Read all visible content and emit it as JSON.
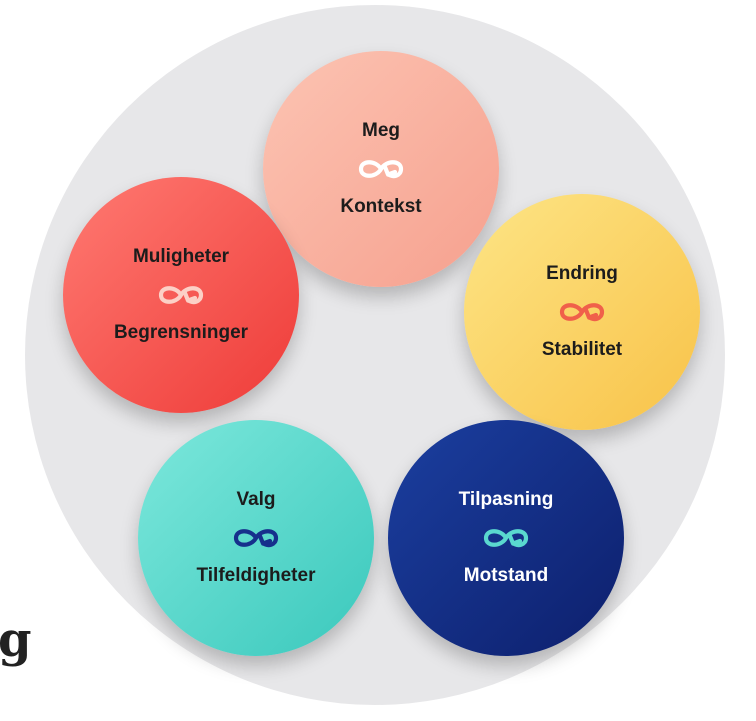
{
  "nodes": [
    {
      "key": "meg",
      "top": "Meg",
      "bottom": "Kontekst",
      "text_color": "#1c1c1c",
      "icon_color": "#ffffff",
      "icon": "infinity-arrow-icon"
    },
    {
      "key": "muligheter",
      "top": "Muligheter",
      "bottom": "Begrensninger",
      "text_color": "#1c1c1c",
      "icon_color": "#fcd0c6",
      "icon": "infinity-arrow-icon"
    },
    {
      "key": "endring",
      "top": "Endring",
      "bottom": "Stabilitet",
      "text_color": "#1c1c1c",
      "icon_color": "#f0604a",
      "icon": "infinity-arrow-icon"
    },
    {
      "key": "valg",
      "top": "Valg",
      "bottom": "Tilfeldigheter",
      "text_color": "#1c1c1c",
      "icon_color": "#16308c",
      "icon": "infinity-arrow-icon"
    },
    {
      "key": "tilpasning",
      "top": "Tilpasning",
      "bottom": "Motstand",
      "text_color": "#ffffff",
      "icon_color": "#5ad8cf",
      "icon": "infinity-arrow-icon"
    }
  ],
  "page_letter": "g"
}
